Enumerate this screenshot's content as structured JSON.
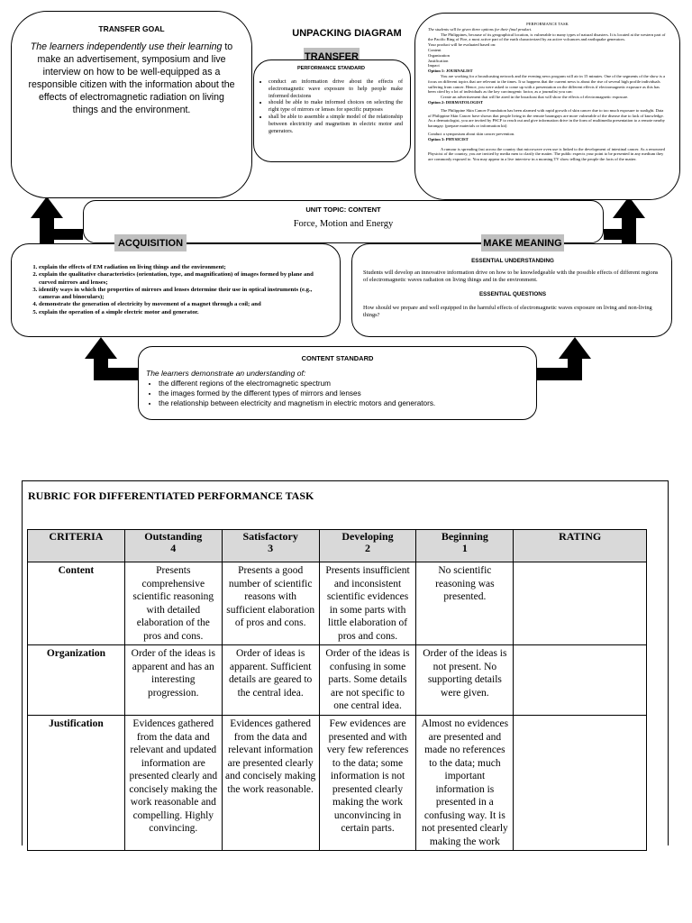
{
  "diagram": {
    "title": "UNPACKING DIAGRAM",
    "transfer_goal": {
      "heading": "TRANSFER GOAL",
      "lead": "The learners independently use their learning",
      "rest": " to make an advertisement, symposium and live interview on how to be well-equipped as a responsible citizen with the information about the effects of electromagnetic radiation on living things and the environment."
    },
    "transfer": {
      "label": "TRANSFER",
      "heading": "PERFORMANCE STANDARD",
      "items": [
        "conduct an information drive about the effects of electromagnetic wave exposure to help people make informed decisions",
        "should be able to make informed choices on selecting the right type of mirrors or lenses for specific purposes",
        "shall be able to assemble a simple model of the relationship between electricity and magnetism in electric motor and generators."
      ]
    },
    "performance_task": {
      "heading": "PERFORMANCE TASK",
      "intro": "The students will be given three options for their final product.",
      "para1": "The Philippines, because of its geographical location, is vulnerable to many types of natural disasters. It is located at the western part of the Pacific Ring of Fire, a most active part of the earth characterized by an active volcanoes and earthquake generators.",
      "eval_intro": "Your product will be evaluated based on:",
      "criteria": [
        "Content",
        "Organization",
        "Justification",
        "Impact"
      ],
      "option1": "Option 1: JOURNALIST",
      "option1_text": "You are working for a broadcasting network and the evening news program will air in 15 minutes. One of the segments of the show is a focus on different topics that are relevant to the times. It so happens that the current news is about the rise of several high profile individuals suffering from cancer. Hence, you were asked to come up with a presentation on the different effects if electromagnetic exposure as this has been cited by a lot of individuals as the key carcinogenic factor, as a journalist you can:",
      "option1_text2": "Create an advertisement that will be aired in the broadcast that will show the effects of electromagnetic exposure.",
      "option2": "Option 2: DERMATOLOGIST",
      "option2_text": "The Philippine Skin Cancer Foundation has been alarmed with rapid growth of skin cancer due to too much exposure to sunlight. Data of Philippine Skin Cancer have shown that people living in the remote barangays are more vulnerable of the disease due to lack of knowledge. As a dermatologist, you are invited by PSCF to reach out and give information drive in the form of multimedia presentation to a remote nearby barangay. (prepare materials or information kit)",
      "option2_text2": "Conduct a symposium about skin cancer prevention.",
      "option3": "Option 3: PHYSICIST",
      "option3_text": "A rumour is spreading fast across the country that microwave oven use is linked to the development of intestinal cancer. As a renowned Physicist of the country, you are invited by media men to clarify the matter. The public expects your point to be presented in any medium they are commonly exposed to. You may appear in a live interview in a morning TV show telling the people the facts of the matter."
    },
    "unit_topic": {
      "heading": "UNIT TOPIC: CONTENT",
      "value": "Force, Motion and Energy"
    },
    "acquisition": {
      "label": "ACQUISITION",
      "items": [
        "explain the effects of EM radiation on living things and the environment;",
        "explain the qualitative characteristics (orientation, type, and magnification) of images formed by plane and curved mirrors and lenses;",
        "identify ways in which the properties of mirrors and lenses determine their use in optical instruments (e.g., cameras and binoculars);",
        "demonstrate the generation of electricity by movement of a magnet through a coil; and",
        "explain the operation of a simple electric motor and generator."
      ]
    },
    "make_meaning": {
      "label": "MAKE MEANING",
      "eu_heading": "ESSENTIAL UNDERSTANDING",
      "eu_text": "Students will develop an innovative information drive on how to be knowledgeable with the possible effects of different regions of electromagnetic waves radiation on living things and in the environment.",
      "eq_heading": "ESSENTIAL QUESTIONS",
      "eq_text": "How should we prepare and well equipped in the harmful effects of electromagnetic waves exposure on living and non-living things?"
    },
    "content_standard": {
      "heading": "CONTENT STANDARD",
      "lead": "The learners demonstrate an understanding of:",
      "items": [
        "the different regions of the electromagnetic spectrum",
        "the images formed by the different types of mirrors and lenses",
        "the relationship between electricity and magnetism in electric motors and generators."
      ]
    }
  },
  "rubric": {
    "title": "RUBRIC FOR DIFFERENTIATED PERFORMANCE TASK",
    "headers": [
      {
        "name": "CRITERIA",
        "score": ""
      },
      {
        "name": "Outstanding",
        "score": "4"
      },
      {
        "name": "Satisfactory",
        "score": "3"
      },
      {
        "name": "Developing",
        "score": "2"
      },
      {
        "name": "Beginning",
        "score": "1"
      },
      {
        "name": "RATING",
        "score": ""
      }
    ],
    "rows": [
      {
        "criteria": "Content",
        "cells": [
          "Presents comprehensive scientific reasoning with detailed elaboration of the pros and cons.",
          "Presents a good number of scientific reasons with sufficient elaboration of pros and cons.",
          "Presents insufficient and inconsistent scientific evidences in some parts with little elaboration of pros and cons.",
          "No scientific reasoning was presented."
        ],
        "rating": ""
      },
      {
        "criteria": "Organization",
        "cells": [
          "Order of the ideas is apparent and has an interesting progression.",
          "Order of ideas is apparent. Sufficient details are geared to the central idea.",
          "Order of the ideas is confusing in some parts. Some details are not specific to one central idea.",
          "Order of the ideas is not present. No supporting details were given."
        ],
        "rating": ""
      },
      {
        "criteria": "Justification",
        "cells": [
          "Evidences gathered from the data and relevant and updated information are presented clearly and concisely making the work reasonable and compelling. Highly convincing.",
          "Evidences gathered from the data and relevant information are presented clearly and concisely making the work reasonable.",
          "Few evidences are presented and with very few references to the data; some information is not presented clearly making the work unconvincing in certain parts.",
          "Almost no evidences are presented and made no references to the data; much important information is presented in a confusing way. It is not presented clearly making the work"
        ],
        "rating": ""
      }
    ]
  }
}
